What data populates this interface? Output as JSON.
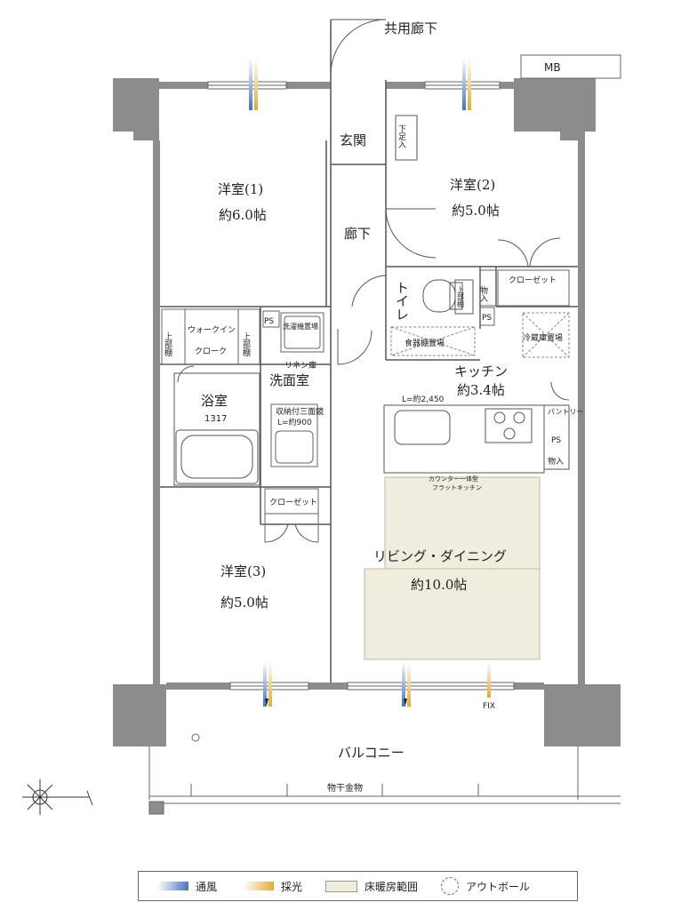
{
  "rooms": {
    "corridor_shared": "共用廊下",
    "mb": "MB",
    "genkan": "玄関",
    "shoe": "下足入",
    "western1_name": "洋室(1)",
    "western1_size": "約6.0帖",
    "western2_name": "洋室(2)",
    "western2_size": "約5.0帖",
    "hallway": "廊下",
    "toilet": "トイレ",
    "upper_shelf": "上部棚",
    "storage": "物入",
    "closet": "クローゼット",
    "ps": "PS",
    "walkin_1": "ウォークイン",
    "walkin_2": "クローク",
    "upper_shelf_a": "上部棚",
    "upper_shelf_b": "上部棚",
    "washer": "洗濯機置場",
    "linen": "リネン庫",
    "washroom": "洗面室",
    "bath_name": "浴室",
    "bath_size": "1317",
    "dish_shelf": "食器棚置場",
    "fridge": "冷蔵庫置場",
    "kitchen_name": "キッチン",
    "kitchen_size": "約3.4帖",
    "vanity_1": "収納付三面鏡",
    "vanity_2": "L=約900",
    "counter_len": "L=約2,450",
    "pantry": "パントリー",
    "counter_1": "カウンター一体型",
    "counter_2": "フラットキッチン",
    "closet3": "クローゼット",
    "living_name": "リビング・ダイニング",
    "living_size": "約10.0帖",
    "western3_name": "洋室(3)",
    "western3_size": "約5.0帖",
    "fix": "FIX",
    "balcony": "バルコニー",
    "laundry_hanger": "物干金物"
  },
  "legend": {
    "ventilation": "通風",
    "daylight": "採光",
    "floor_heating": "床暖房範囲",
    "outdoor_outlet": "アウトボール"
  },
  "colors": {
    "wall": "#8c8c8c",
    "wall_dark": "#7a7a7a",
    "floor_heating": "#efeddd",
    "ventilation_blue": "#4f7fc6",
    "daylight_yellow": "#e8b94a",
    "outlet_red": "#cc4444"
  }
}
